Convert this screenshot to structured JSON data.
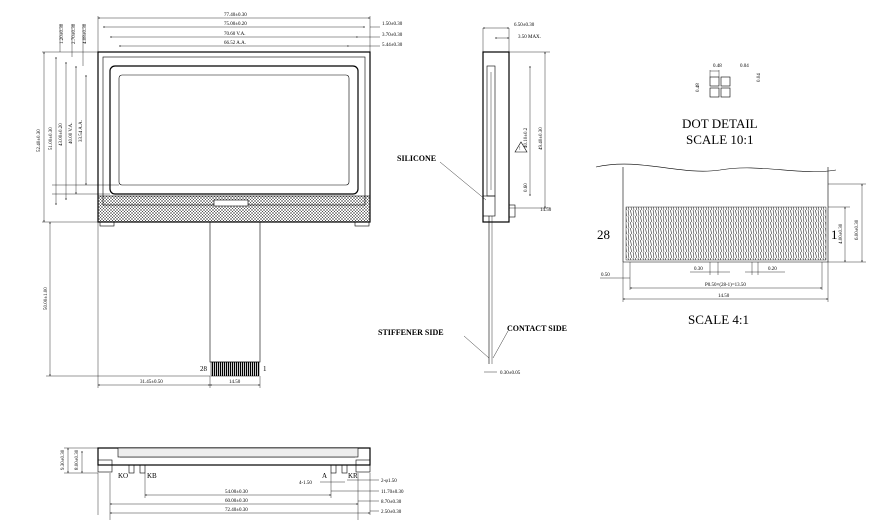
{
  "front_view": {
    "width_dims": [
      "77.40±0.30",
      "75.00±0.20",
      "70.60 V.A.",
      "66.52 A.A."
    ],
    "right_dims": [
      "1.50±0.30",
      "3.70±0.30",
      "5.44±0.30"
    ],
    "left_top_dims": [
      "1.20±0.30",
      "2.70±0.30",
      "4.08±0.30"
    ],
    "height_dims": [
      "52.40±0.30",
      "51.00±0.30",
      "43.00±0.20",
      "40.00 V.A.",
      "33.54 A.A."
    ],
    "tail_length": "50.00±1.00",
    "tail_offset": "31.45±0.50",
    "tail_width": "14.50",
    "pin_first": "28",
    "pin_last": "1"
  },
  "side_view": {
    "thickness_dims": [
      "6.50±0.30",
      "3.50 MAX."
    ],
    "height_dims": [
      "40.10±0.2",
      "49.40±0.30"
    ],
    "bottom_dims": [
      "0.60",
      "14.50"
    ],
    "fpc_thickness": "0.30±0.05",
    "labels": {
      "silicone": "SILICONE",
      "stiffener": "STIFFENER SIDE",
      "contact": "CONTACT SIDE"
    }
  },
  "dot_detail": {
    "title": "DOT DETAIL",
    "scale": "SCALE 10:1",
    "dims": [
      "0.48",
      "0.04",
      "0.48",
      "0.04"
    ]
  },
  "fpc_detail": {
    "pin_first": "28",
    "pin_last": "1",
    "dims": [
      "0.30",
      "0.20",
      "0.50",
      "P0.50×(28-1)=13.50",
      "14.50",
      "4.00±0.30",
      "6.00±0.30"
    ],
    "scale": "SCALE 4:1"
  },
  "bottom_view": {
    "height_dims": [
      "9.30±0.30",
      "8.00±0.30"
    ],
    "labels": [
      "KO",
      "KB",
      "A",
      "KR"
    ],
    "dims": [
      "4-1.50",
      "2-φ1.50",
      "54.00±0.30",
      "11.70±0.30",
      "60.00±0.30",
      "8.70±0.30",
      "72.40±0.30",
      "2.50±0.30"
    ]
  }
}
